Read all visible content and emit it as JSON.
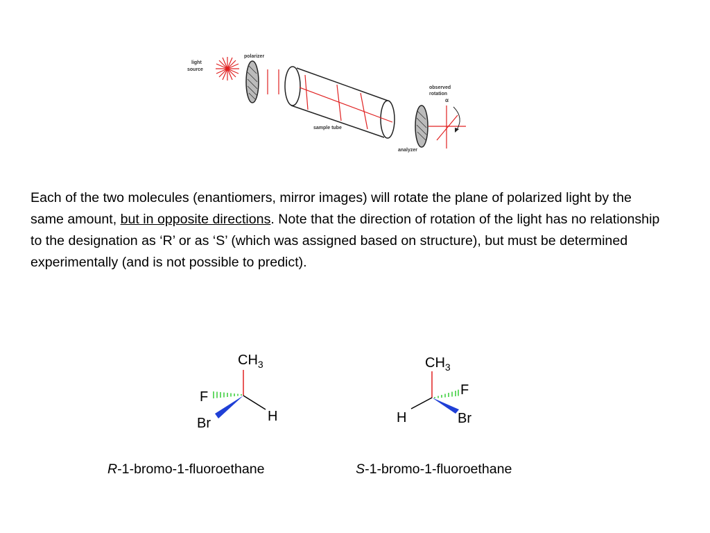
{
  "polarimeter": {
    "light_label_1": "light",
    "light_label_2": "source",
    "polarizer_label": "polarizer",
    "sample_tube_label": "sample tube",
    "observed_label_1": "observed",
    "observed_label_2": "rotation",
    "alpha_label": "α",
    "analyzer_label": "analyzer"
  },
  "paragraph": {
    "part1": "Each of the two molecules (enantiomers, mirror images) will rotate the plane of polarized light by the same amount, ",
    "underlined": "but in opposite directions",
    "part2": ".  Note that the direction of rotation of the light has no relationship to the designation as ‘R’ or as ‘S’ (which was assigned based on structure), but must be determined experimentally (and is not possible to predict)."
  },
  "molecule_r": {
    "top_group": "CH",
    "top_sub": "3",
    "hash_group": "F",
    "wedge_group": "Br",
    "line_group": "H",
    "caption_prefix": "R",
    "caption_rest": "-1-bromo-1-fluoroethane"
  },
  "molecule_s": {
    "top_group": "CH",
    "top_sub": "3",
    "hash_group": "F",
    "wedge_group": "Br",
    "line_group": "H",
    "caption_prefix": "S",
    "caption_rest": "-1-bromo-1-fluoroethane"
  },
  "colors": {
    "bond_red": "#e02020",
    "hash_green": "#33cc33",
    "wedge_blue": "#1f3fd6",
    "arrow_red": "#e02020"
  }
}
